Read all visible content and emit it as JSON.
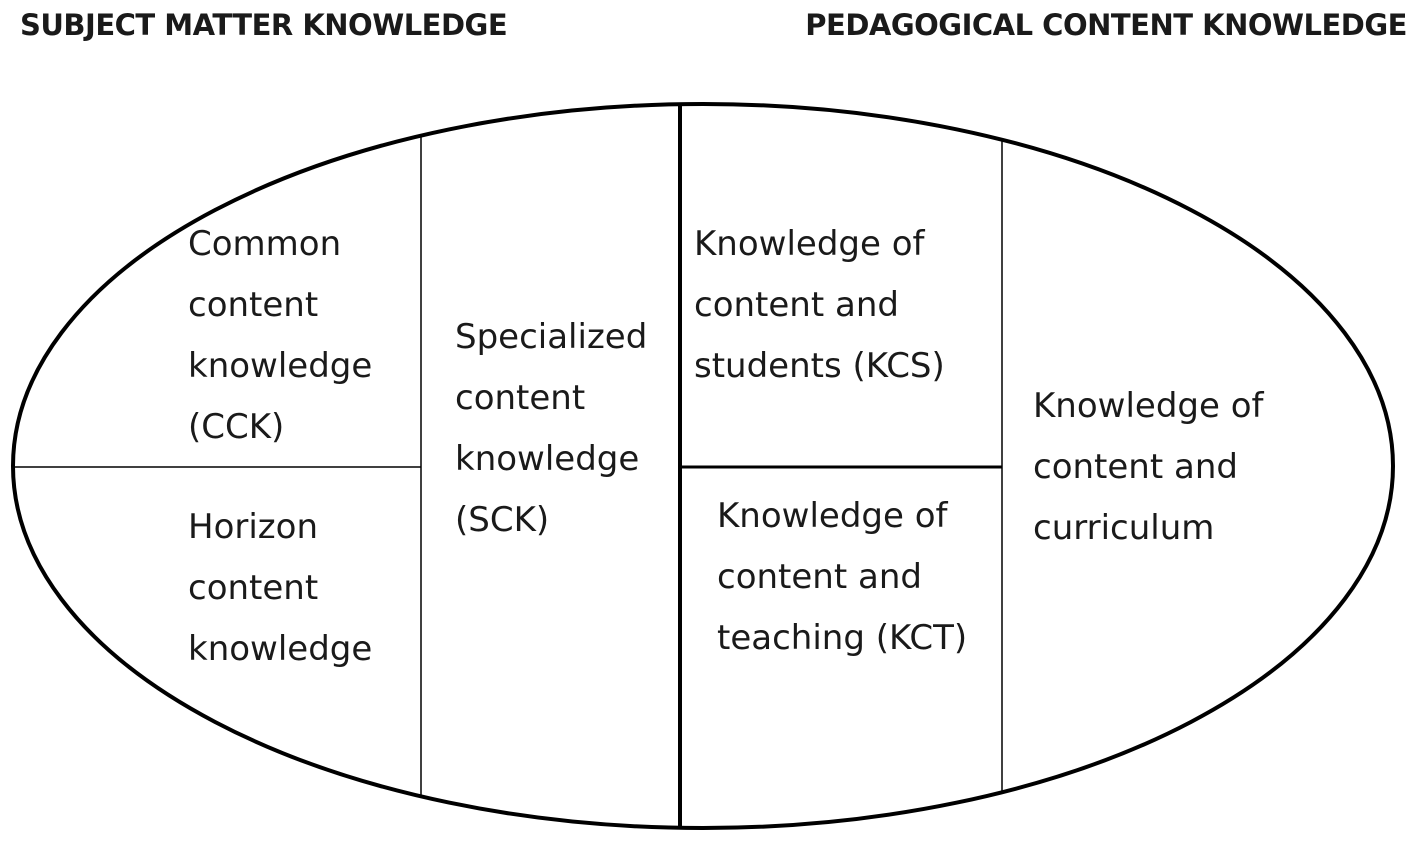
{
  "headings": {
    "left": "SUBJECT MATTER KNOWLEDGE",
    "right": "PEDAGOGICAL CONTENT KNOWLEDGE"
  },
  "cells": {
    "cck": "Common\ncontent\nknowledge\n(CCK)",
    "horizon": "Horizon\ncontent\nknowledge",
    "sck": "Specialized\ncontent\nknowledge\n(SCK)",
    "kcs": "Knowledge of\ncontent and\nstudents (KCS)",
    "kct": "Knowledge of\ncontent and\nteaching (KCT)",
    "kcc": "Knowledge of\ncontent and\ncurriculum"
  },
  "colors": {
    "stroke": "#000000",
    "text": "#1a1a1a",
    "background": "#ffffff"
  }
}
